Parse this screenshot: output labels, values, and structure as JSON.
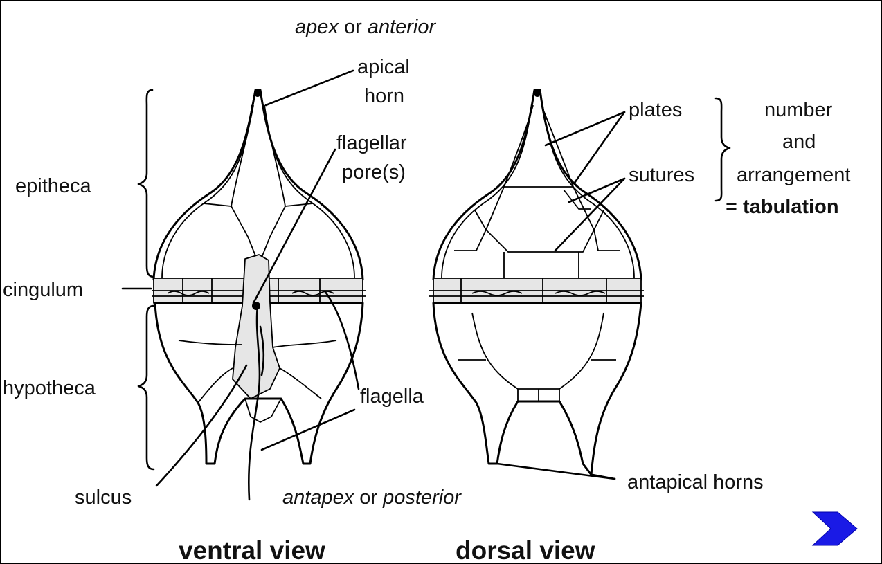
{
  "labels": {
    "apex_or": "or",
    "apex": "apex",
    "anterior": "anterior",
    "apical_horn_line1": "apical",
    "apical_horn_line2": "horn",
    "flagellar_pore_line1": "flagellar",
    "flagellar_pore_line2": "pore(s)",
    "epitheca": "epitheca",
    "cingulum": "cingulum",
    "hypotheca": "hypotheca",
    "flagella": "flagella",
    "sulcus": "sulcus",
    "antapex": "antapex",
    "antapex_or": "or",
    "posterior": "posterior",
    "plates": "plates",
    "sutures": "sutures",
    "number": "number",
    "and": "and",
    "arrangement": "arrangement",
    "equals": "=",
    "tabulation": "tabulation",
    "antapical_horns": "antapical horns",
    "ventral_view": "ventral view",
    "dorsal_view": "dorsal view"
  },
  "nav": {
    "next_icon": "chevron-right-icon",
    "color": "#1a1ae6"
  }
}
